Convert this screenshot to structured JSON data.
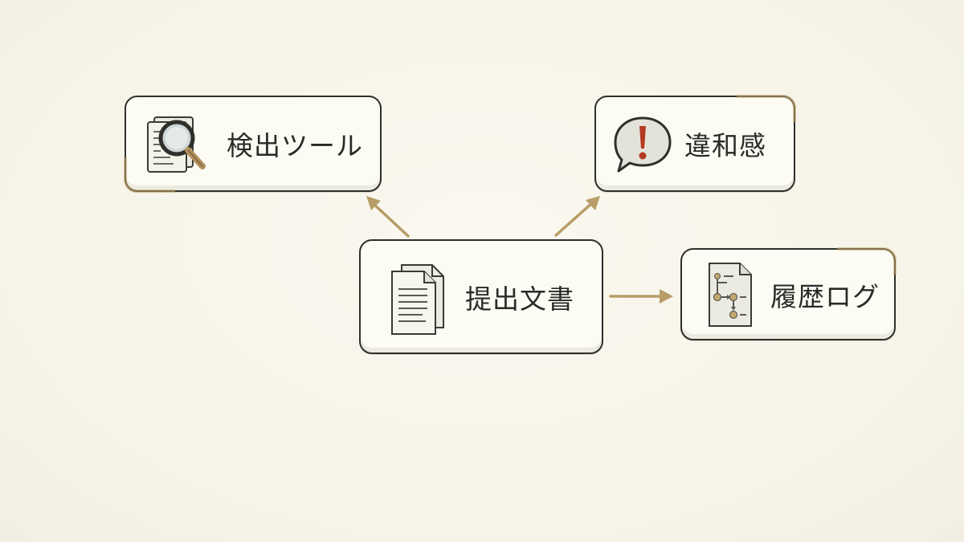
{
  "diagram": {
    "nodes": {
      "tool": {
        "label": "検出ツール",
        "icon": "magnifier-document-icon"
      },
      "discomfort": {
        "label": "違和感",
        "icon": "exclamation-speech-bubble-icon"
      },
      "document": {
        "label": "提出文書",
        "icon": "documents-icon"
      },
      "history": {
        "label": "履歴ログ",
        "icon": "flowchart-log-icon"
      }
    },
    "edges": [
      {
        "from": "提出文書",
        "to": "検出ツール"
      },
      {
        "from": "提出文書",
        "to": "違和感"
      },
      {
        "from": "提出文書",
        "to": "履歴ログ"
      }
    ],
    "colors": {
      "background": "#f8f6ec",
      "border": "#2f2f2c",
      "arrow": "#b89d68",
      "accent": "#c4a86e"
    }
  }
}
